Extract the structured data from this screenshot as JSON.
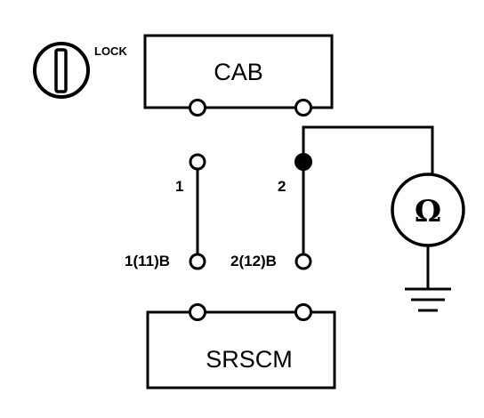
{
  "ignition": {
    "label": "LOCK"
  },
  "cab": {
    "label": "CAB"
  },
  "srscm": {
    "label": "SRSCM"
  },
  "terminals": {
    "cab_pin_1": "1",
    "cab_pin_2": "2",
    "srscm_pin_1": "1(11)B",
    "srscm_pin_2": "2(12)B"
  },
  "meter": {
    "symbol": "Ω",
    "icon": "ohmmeter-icon"
  },
  "ground": {
    "icon": "ground-icon"
  },
  "colors": {
    "line": "#000000",
    "background": "#ffffff"
  }
}
